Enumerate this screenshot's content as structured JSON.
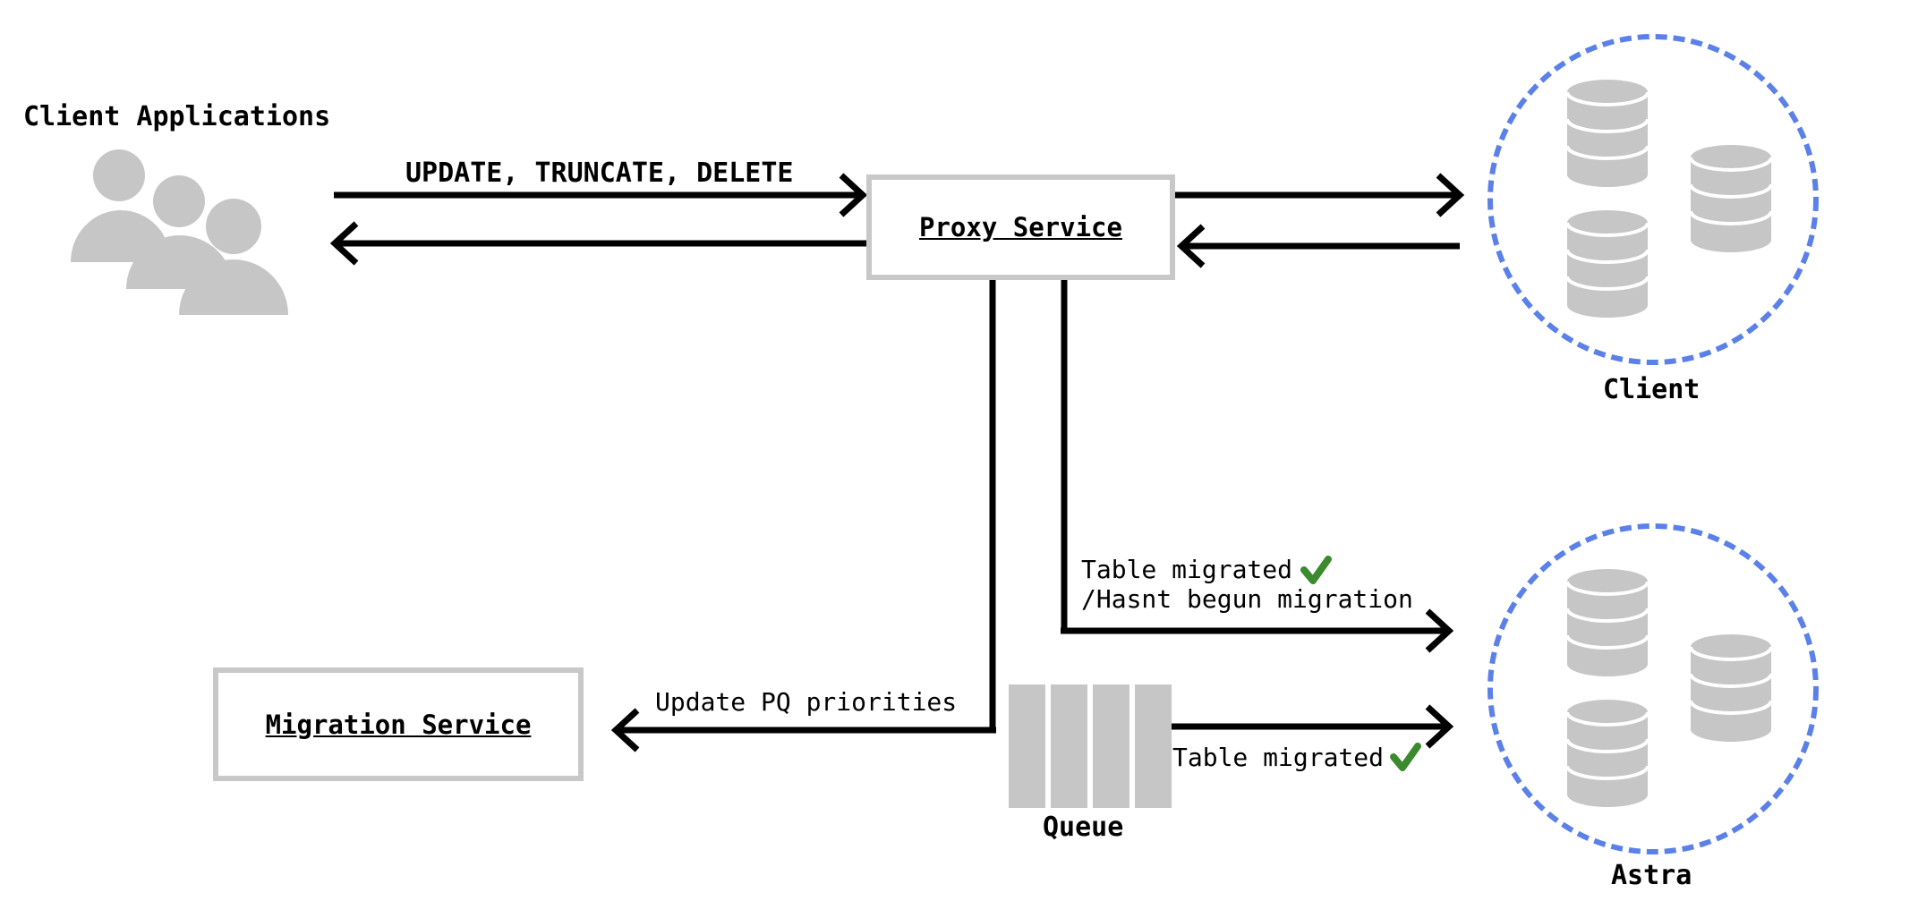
{
  "labels": {
    "client_applications": "Client Applications",
    "request_ops": "UPDATE, TRUNCATE, DELETE",
    "proxy_service": "Proxy Service",
    "client_db": "Client",
    "table_migrated_1": "Table migrated",
    "hasnt_begun": "/Hasnt begun migration",
    "update_pq": "Update PQ priorities",
    "migration_service": "Migration Service",
    "queue": "Queue",
    "table_migrated_2": "Table migrated",
    "astra_db": "Astra"
  },
  "colors": {
    "line": "#000000",
    "box_border": "#c8c8c8",
    "icon_gray": "#c6c6c6",
    "cluster_ring": "#5b80e8",
    "check": "#3c8a2e"
  },
  "icons": {
    "users": "users-icon",
    "database": "database-icon",
    "check": "check-icon",
    "queue": "queue-icon"
  }
}
